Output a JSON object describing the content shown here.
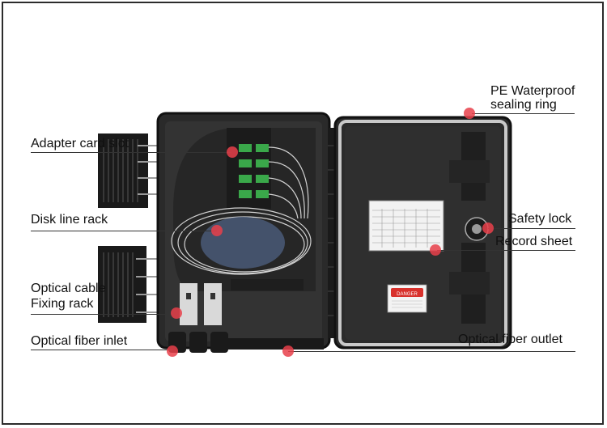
{
  "labels": {
    "pe_waterproof_line1": "PE Waterproof",
    "pe_waterproof_line2": "sealing ring",
    "adapter_card_slot": "Adapter card slot",
    "disk_line_rack": "Disk line rack",
    "optical_cable_line1": "Optical cable",
    "optical_cable_line2": "Fixing rack",
    "optical_fiber_inlet": "Optical fiber inlet",
    "safety_lock": "Safety lock",
    "record_sheet": "Record sheet",
    "optical_fiber_outlet": "Optical fiber outlet"
  },
  "sticker": {
    "danger": "DANGER"
  },
  "colors": {
    "marker": "#e8404a",
    "box": "#2e2e2e",
    "adapter": "#3aa84a"
  }
}
